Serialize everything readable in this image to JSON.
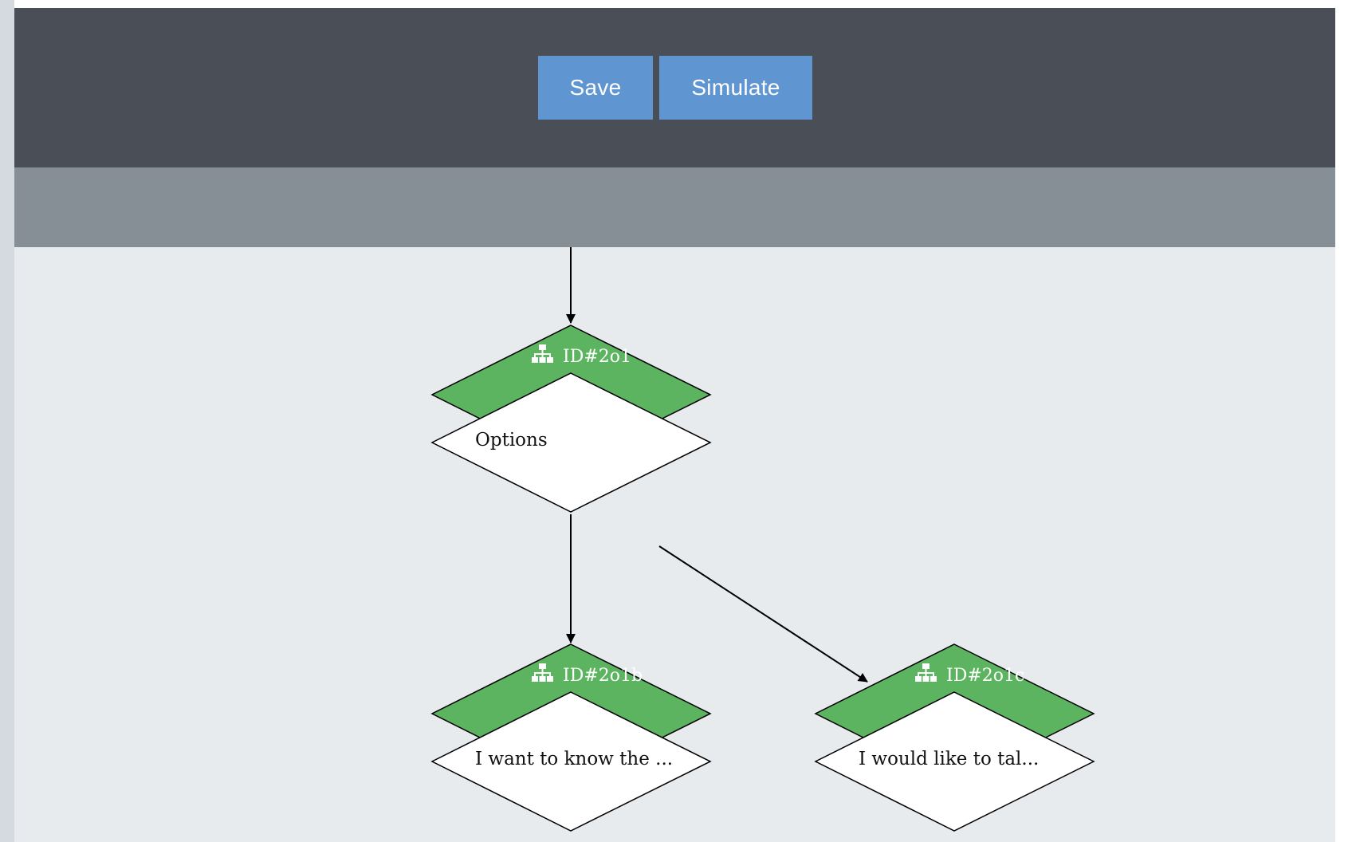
{
  "toolbar": {
    "save_label": "Save",
    "simulate_label": "Simulate"
  },
  "colors": {
    "toolbar_bg": "#4a4f57",
    "subbar_bg": "#868e96",
    "canvas_bg": "#e8ebee",
    "button_bg": "#5f95d1",
    "node_header": "#5cb360",
    "node_body": "#ffffff"
  },
  "nodes": [
    {
      "id_label": "ID#2o1",
      "text": "Options",
      "icon": "sitemap-icon"
    },
    {
      "id_label": "ID#2o1b",
      "text": "I want to know the ...",
      "icon": "sitemap-icon"
    },
    {
      "id_label": "ID#2o1c",
      "text": "I would like to tal...",
      "icon": "sitemap-icon"
    }
  ]
}
